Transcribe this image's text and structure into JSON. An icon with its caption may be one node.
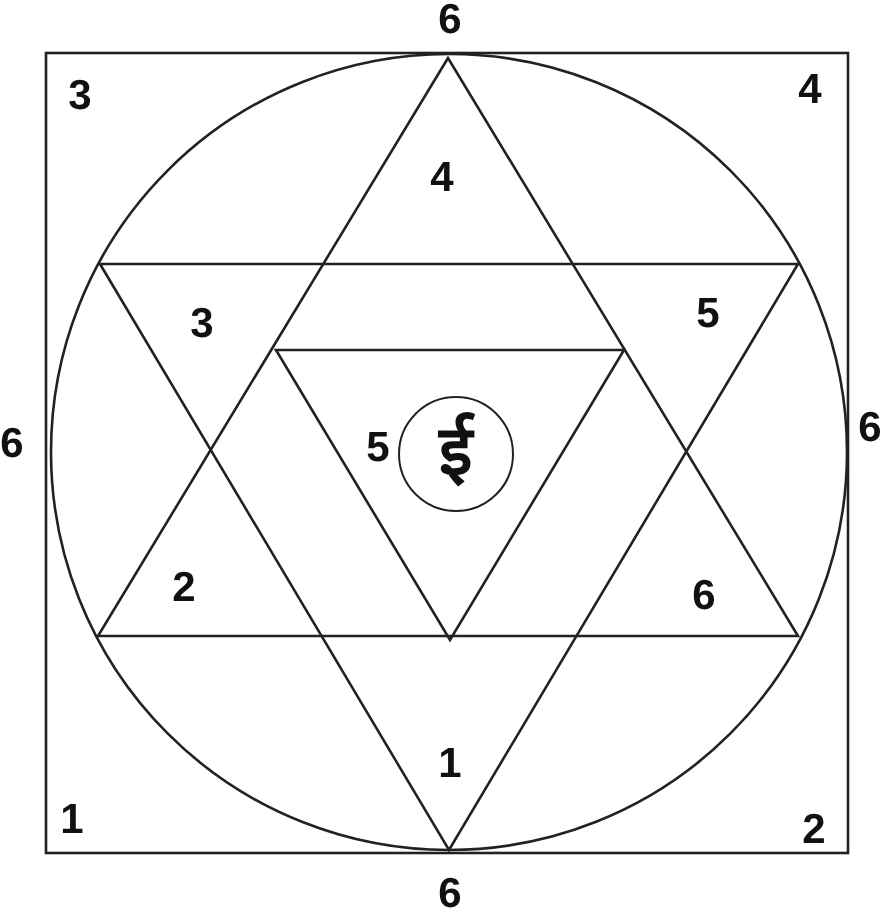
{
  "diagram": {
    "nodes": [
      {
        "text": [
          "ई"
        ]
      }
    ],
    "labels": [
      "6",
      "3",
      "4",
      "4",
      "3",
      "5",
      "6",
      "5",
      "6",
      "2",
      "6",
      "1",
      "1",
      "2",
      "6"
    ]
  }
}
